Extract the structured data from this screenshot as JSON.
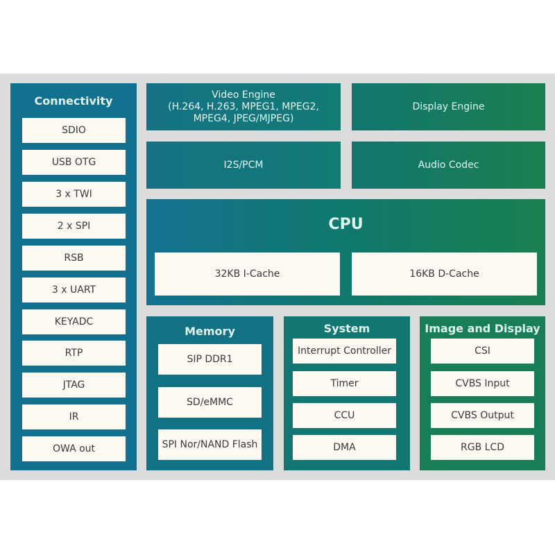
{
  "connectivity": {
    "title": "Connectivity",
    "items": [
      "SDIO",
      "USB OTG",
      "3 x TWI",
      "2 x SPI",
      "RSB",
      "3 x UART",
      "KEYADC",
      "RTP",
      "JTAG",
      "IR",
      "OWA out"
    ]
  },
  "video_engine": {
    "line1": "Video Engine",
    "line2": "(H.264, H.263, MPEG1, MPEG2,",
    "line3": "MPEG4, JPEG/MJPEG)"
  },
  "display_engine": {
    "label": "Display Engine"
  },
  "i2s_pcm": {
    "label": "I2S/PCM"
  },
  "audio_codec": {
    "label": "Audio Codec"
  },
  "cpu": {
    "title": "CPU",
    "items": [
      "32KB I-Cache",
      "16KB D-Cache"
    ]
  },
  "memory": {
    "title": "Memory",
    "items": [
      "SIP DDR1",
      "SD/eMMC",
      "SPI Nor/NAND Flash"
    ]
  },
  "system": {
    "title": "System",
    "items": [
      "Interrupt Controller",
      "Timer",
      "CCU",
      "DMA"
    ]
  },
  "image_display": {
    "title": "Image and Display",
    "items": [
      "CSI",
      "CVBS Input",
      "CVBS Output",
      "RGB LCD"
    ]
  },
  "colors": {
    "background": "#dcdcdc",
    "teal_blue": "#13708f",
    "teal": "#127772",
    "green": "#177e55",
    "item_fill": "#fcf8f2"
  }
}
